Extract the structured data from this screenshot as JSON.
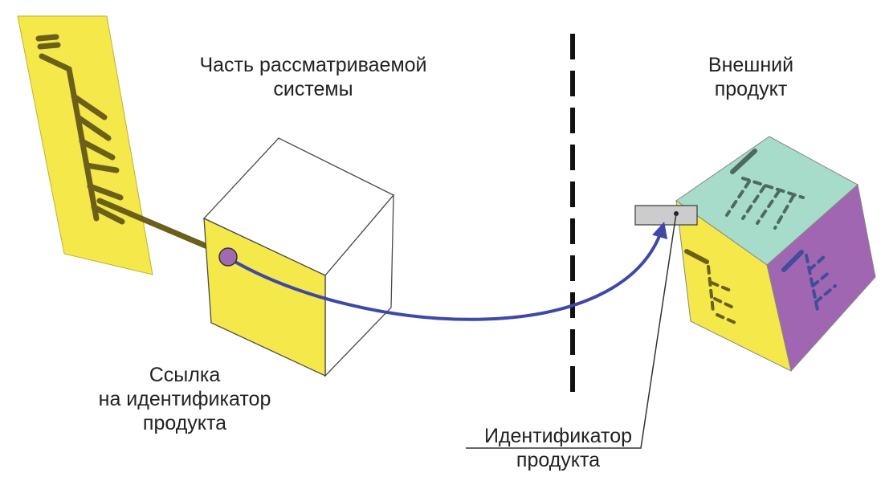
{
  "labels": {
    "system_part_line1": "Часть рассматриваемой",
    "system_part_line2": "системы",
    "external_line1": "Внешний",
    "external_line2": "продукт",
    "reference_line1": "Ссылка",
    "reference_line2": "на идентификатор",
    "reference_line3": "продукта",
    "identifier_line1": "Идентификатор",
    "identifier_line2": "продукта"
  },
  "colors": {
    "yellow": "#f4e84a",
    "olive": "#6b5f1a",
    "cyan": "#a6dcc9",
    "purple": "#a066b2",
    "arrow": "#3e48a8",
    "dot": "#a06ab0",
    "tag": "#cccccc",
    "ink": "#222222"
  },
  "icons": {
    "tree_document": "tree-document-icon",
    "arrowhead": "arrowhead-icon"
  }
}
